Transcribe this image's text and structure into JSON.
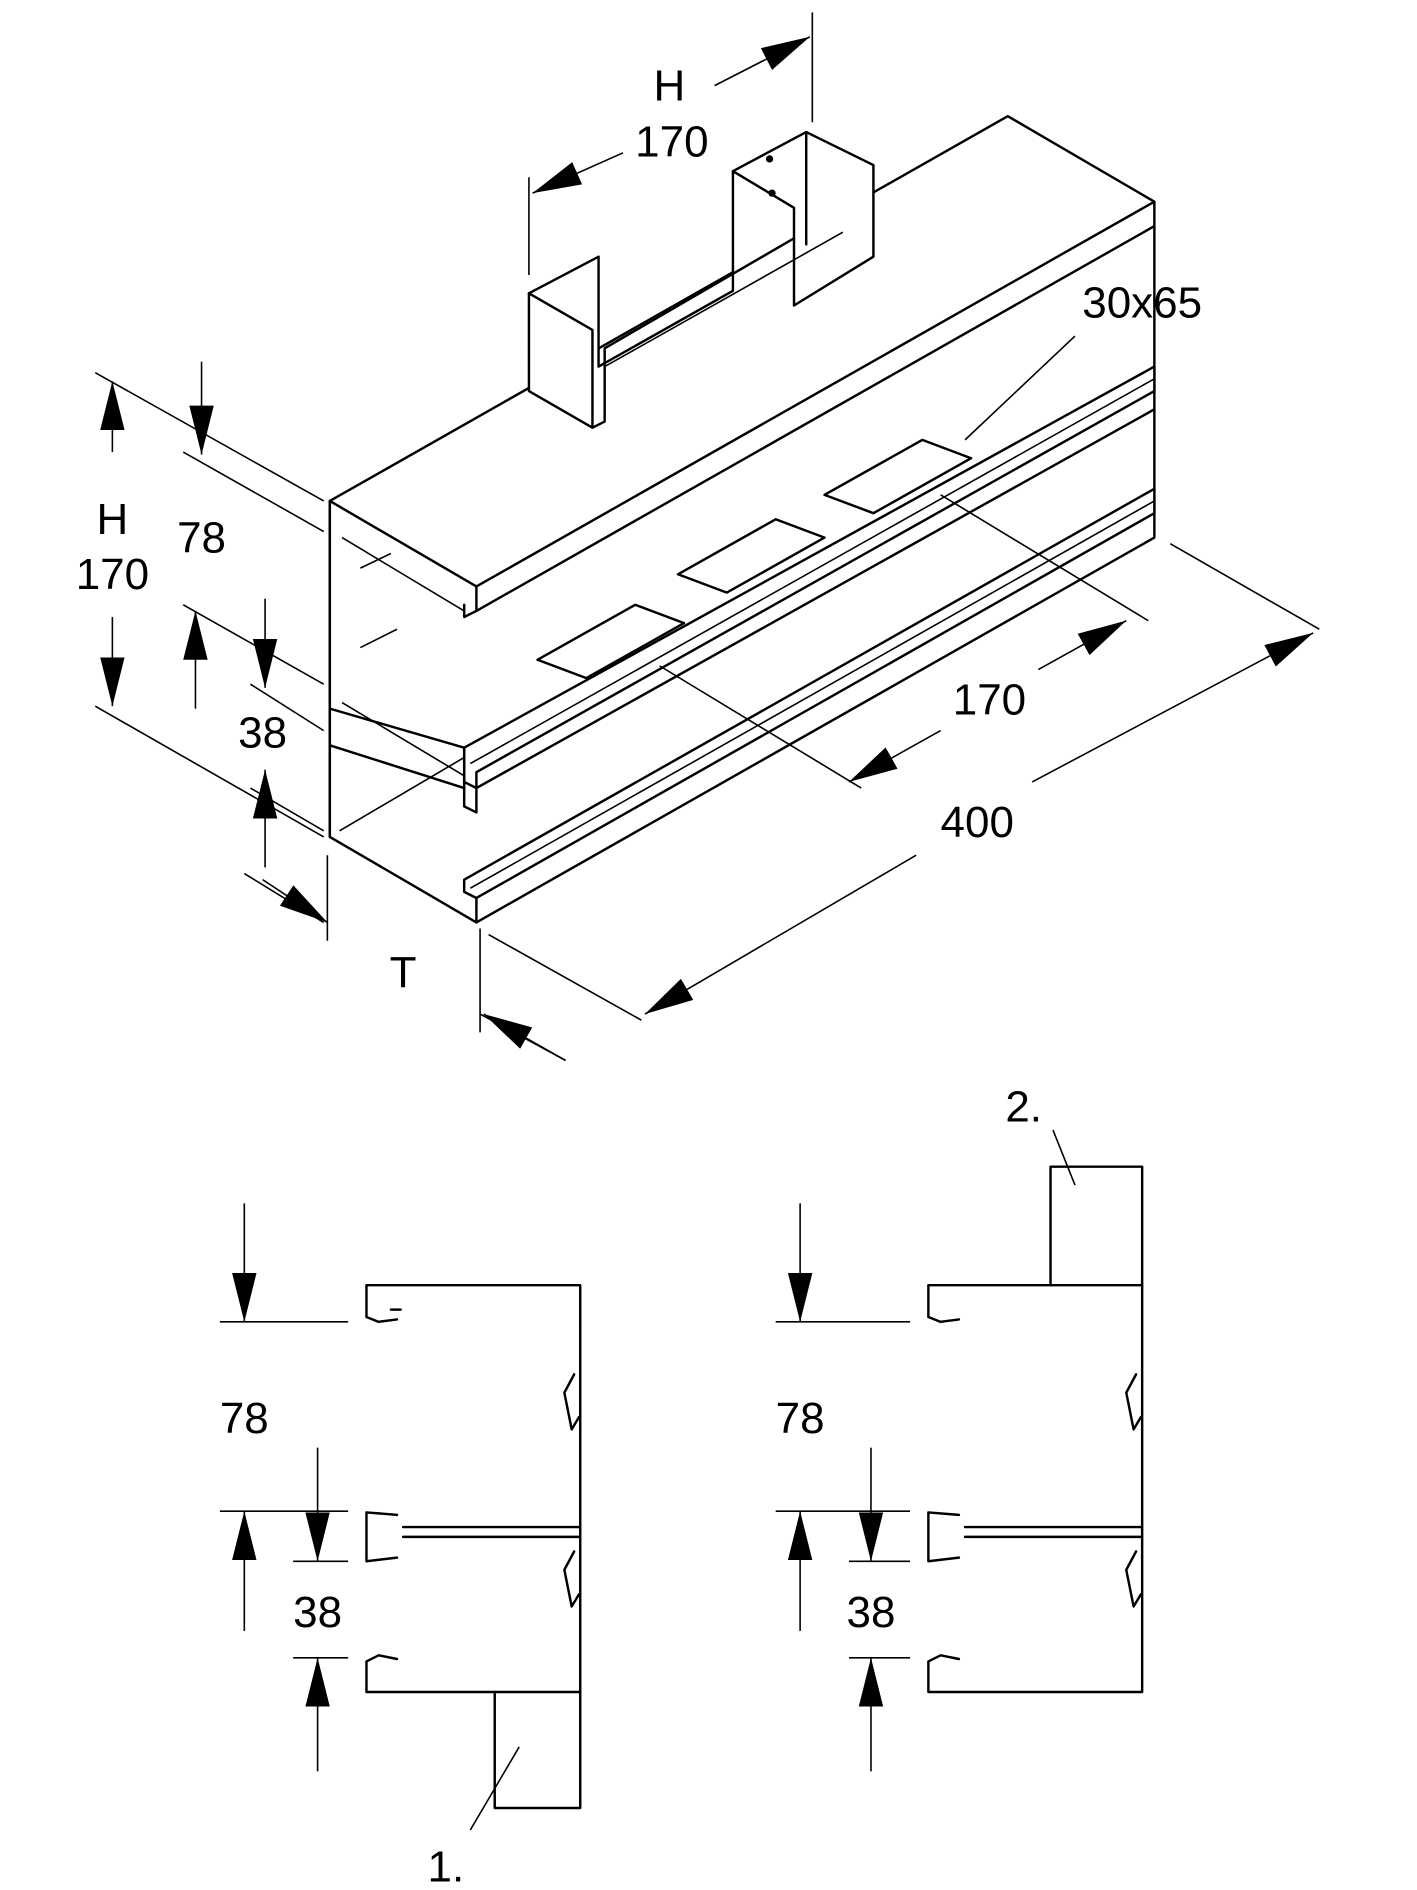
{
  "drawing": {
    "iso": {
      "top_h": "H",
      "top_170": "170",
      "slot": "30x65",
      "left_h": "H",
      "left_170": "170",
      "left_78": "78",
      "left_38": "38",
      "depth_170": "170",
      "length_400": "400",
      "t": "T"
    },
    "section1": {
      "dim_78": "78",
      "dim_38": "38",
      "callout": "1."
    },
    "section2": {
      "dim_78": "78",
      "dim_38": "38",
      "callout": "2."
    }
  },
  "colors": {
    "line": "#000000",
    "background": "#ffffff"
  }
}
